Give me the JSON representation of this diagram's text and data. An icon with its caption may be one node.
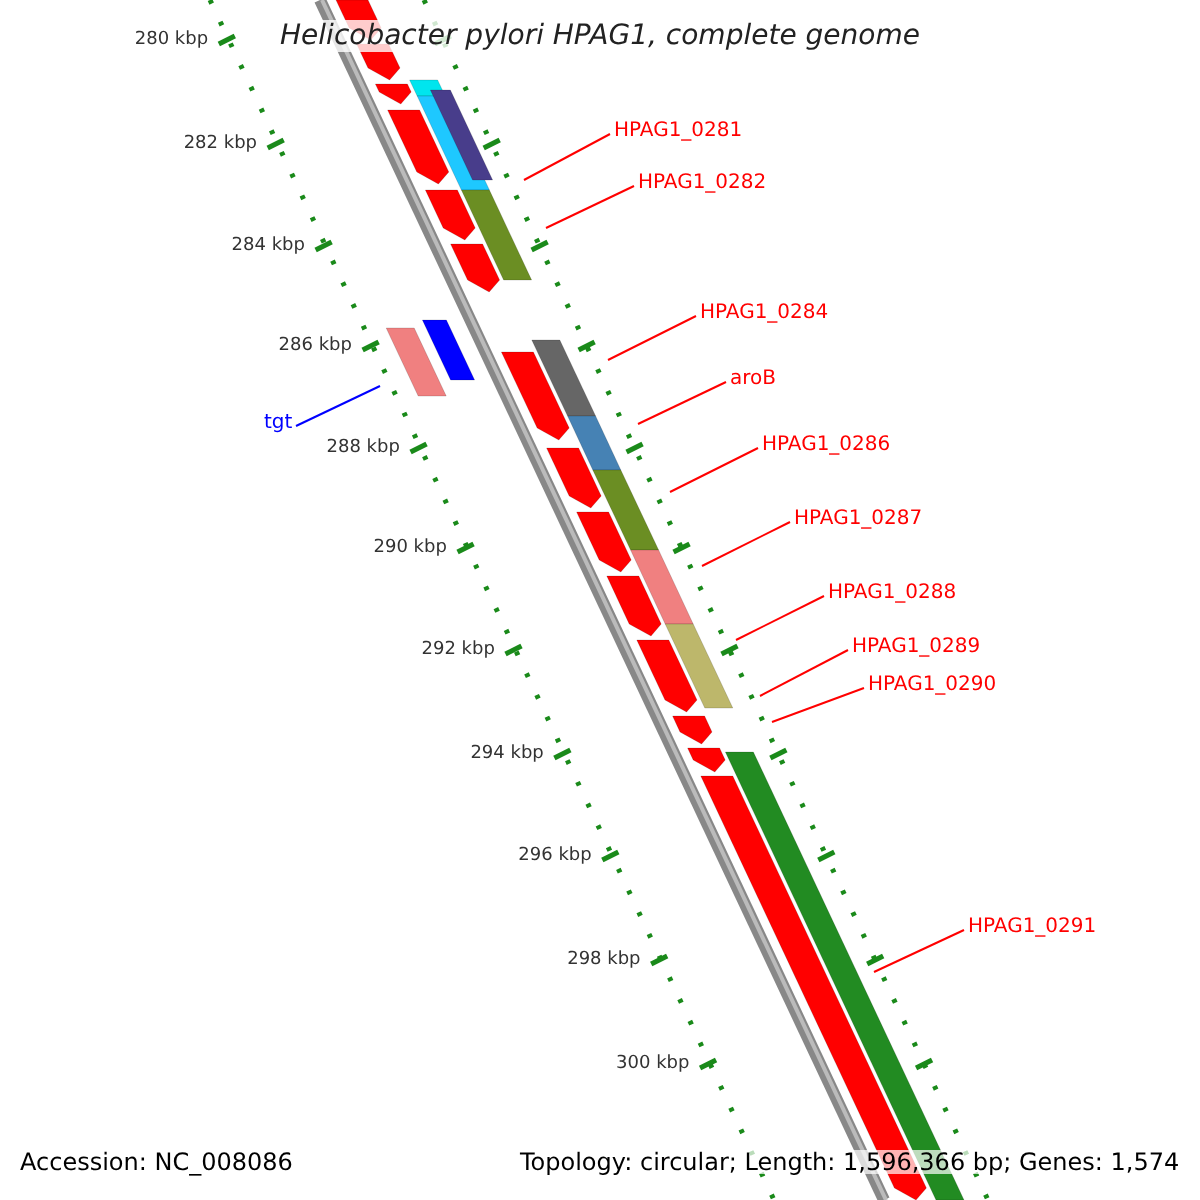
{
  "diagram": {
    "title": "Helicobacter pylori HPAG1, complete genome",
    "nodes": [
      {
        "text": [
          "HPAG1_0281"
        ]
      },
      {
        "text": [
          "HPAG1_0282"
        ]
      },
      {
        "text": [
          "HPAG1_0284"
        ]
      },
      {
        "text": [
          "aroB"
        ]
      },
      {
        "text": [
          "tgt"
        ]
      },
      {
        "text": [
          "HPAG1_0286"
        ]
      },
      {
        "text": [
          "HPAG1_0287"
        ]
      },
      {
        "text": [
          "HPAG1_0288"
        ]
      },
      {
        "text": [
          "HPAG1_0289"
        ]
      },
      {
        "text": [
          "HPAG1_0290"
        ]
      },
      {
        "text": [
          "HPAG1_0291"
        ]
      }
    ],
    "edges": [
      {
        "from": 0,
        "to": null,
        "arrow": "none"
      },
      {
        "from": 1,
        "to": null,
        "arrow": "none"
      },
      {
        "from": 2,
        "to": null,
        "arrow": "none"
      },
      {
        "from": 3,
        "to": null,
        "arrow": "none"
      },
      {
        "from": 4,
        "to": null,
        "arrow": "none",
        "color": "#0000ff"
      },
      {
        "from": 5,
        "to": null,
        "arrow": "none"
      },
      {
        "from": 6,
        "to": null,
        "arrow": "none"
      },
      {
        "from": 7,
        "to": null,
        "arrow": "none"
      },
      {
        "from": 8,
        "to": null,
        "arrow": "none"
      },
      {
        "from": 9,
        "to": null,
        "arrow": "none"
      },
      {
        "from": 10,
        "to": null,
        "arrow": "none"
      }
    ],
    "labels": [
      "280 kbp",
      "282 kbp",
      "284 kbp",
      "286 kbp",
      "288 kbp",
      "290 kbp",
      "292 kbp",
      "294 kbp",
      "296 kbp",
      "298 kbp",
      "300 kbp",
      "Accession: NC_008086",
      "Topology: circular; Length: 1,596,366 bp; Genes: 1,574"
    ]
  }
}
